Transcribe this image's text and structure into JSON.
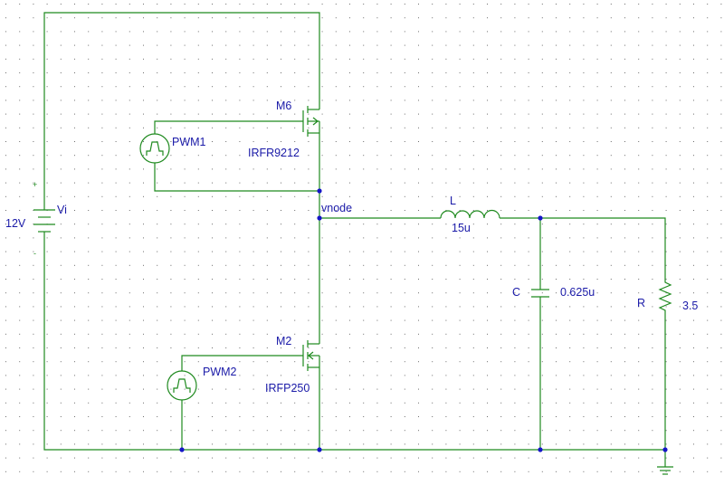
{
  "battery": {
    "name": "Vi",
    "value": "12V",
    "plus": "+",
    "minus": "-"
  },
  "pwm_top": {
    "name": "PWM1"
  },
  "pwm_bottom": {
    "name": "PWM2"
  },
  "mosfet_top": {
    "ref": "M6",
    "part": "IRFR9212"
  },
  "mosfet_bottom": {
    "ref": "M2",
    "part": "IRFP250"
  },
  "net_label": "vnode",
  "inductor": {
    "ref": "L",
    "value": "15u"
  },
  "capacitor": {
    "ref": "C",
    "value": "0.625u"
  },
  "resistor": {
    "ref": "R",
    "value": "3.5"
  },
  "colors": {
    "wire": "#1f8a1f",
    "label": "#1a1aa8",
    "junction": "#1515c8",
    "grid": "#6d6d6d"
  }
}
